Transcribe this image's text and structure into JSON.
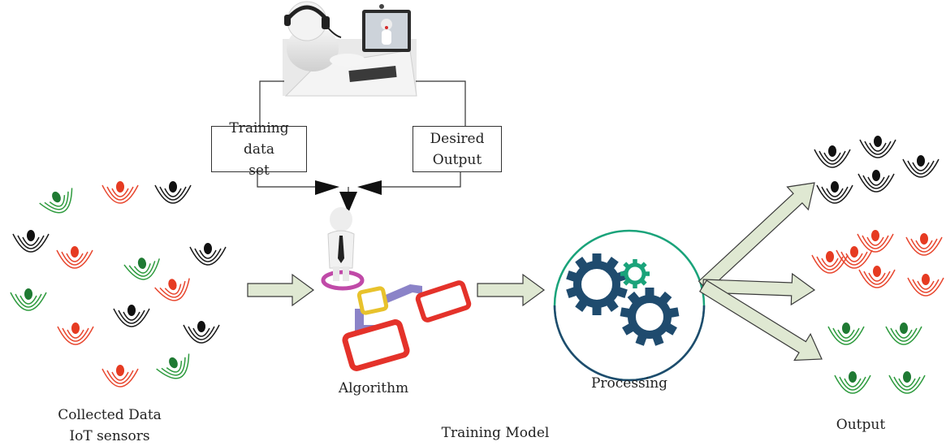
{
  "labels": {
    "training_data_set": "Training data\nset",
    "desired_output": "Desired\nOutput",
    "algorithm": "Algorithm",
    "processing": "Processing",
    "output": "Output",
    "collected_data": "Collected Data\nIoT sensors",
    "training_model": "Training Model"
  },
  "colors": {
    "sensor_black": "#1a1a1a",
    "sensor_red": "#e8472f",
    "sensor_green": "#2e9b3e",
    "gear_navy": "#1f4b6e",
    "gear_teal": "#1aa37a",
    "circle_outline": "#1aa37a",
    "arrow_fill": "#dfe8d2",
    "arrow_stroke": "#3a3a3a"
  },
  "icons": [
    "person-at-computer-icon",
    "businessman-flowchart-icon",
    "gears-icon",
    "wifi-sensor-icon"
  ]
}
